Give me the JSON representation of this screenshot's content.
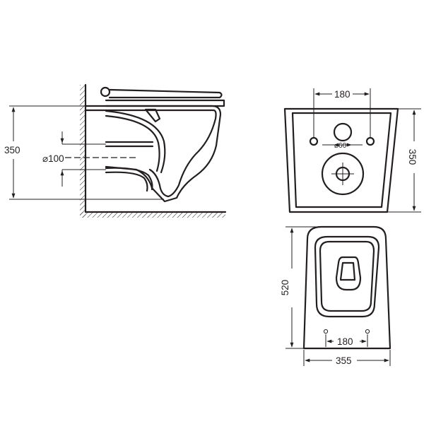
{
  "drawing": {
    "side_view": {
      "height_label": "350",
      "pipe_label": "⌀100"
    },
    "rear_view": {
      "width_label": "180",
      "height_label": "350",
      "pipe_label": "⌀60"
    },
    "top_view": {
      "depth_label": "520",
      "hole_spacing_label": "180",
      "width_label": "355"
    },
    "line_color": "#231f20",
    "background": "#ffffff"
  }
}
